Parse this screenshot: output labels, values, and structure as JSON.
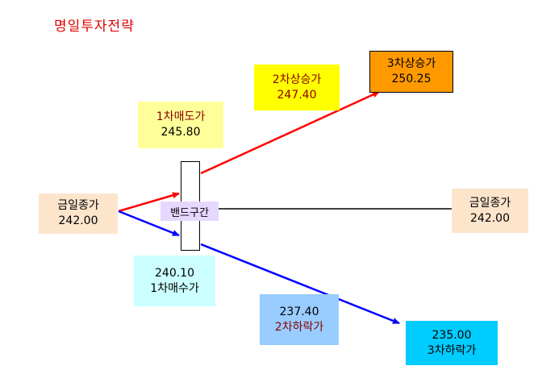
{
  "title": "명일투자전략",
  "today_close_left": {
    "label": "금일종가",
    "value": "242.00"
  },
  "today_close_right": {
    "label": "금일종가",
    "value": "242.00"
  },
  "sell1": {
    "label": "1차매도가",
    "value": "245.80"
  },
  "up2": {
    "label": "2차상승가",
    "value": "247.40"
  },
  "up3": {
    "label": "3차상승가",
    "value": "250.25"
  },
  "buy1": {
    "value": "240.10",
    "label": "1차매수가"
  },
  "down2": {
    "value": "237.40",
    "label": "2차하락가"
  },
  "down3": {
    "value": "235.00",
    "label": "3차하락가"
  },
  "band": {
    "label": "밴드구간"
  },
  "colors": {
    "up_line": "#ff0000",
    "down_line": "#0000ff",
    "flat_line": "#000000",
    "close_box": "#fde5cc",
    "sell1_box": "#ffff99",
    "up2_box": "#ffff00",
    "up3_box": "#ff9900",
    "buy1_box": "#ccffff",
    "down2_box": "#99ccff",
    "down3_box": "#00ccff",
    "band_label": "#e6d7ff"
  }
}
